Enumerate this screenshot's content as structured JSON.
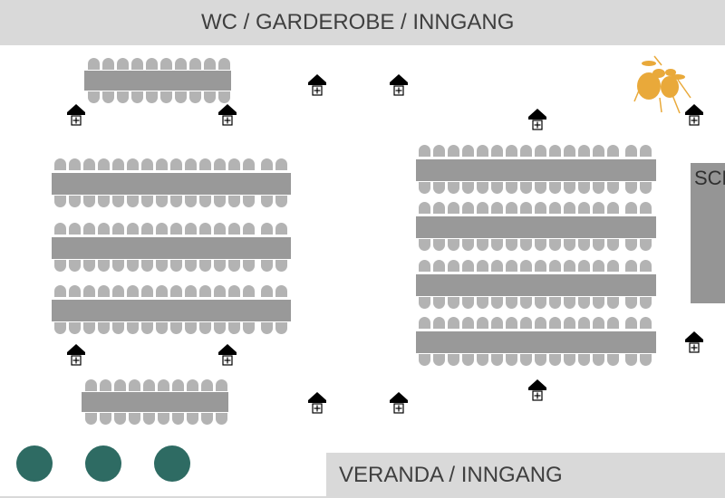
{
  "labels": {
    "top_entrance": "WC / GARDEROBE / INNGANG",
    "bottom_entrance": "VERANDA / INNGANG",
    "stage": "SCENE"
  },
  "colors": {
    "band": "#d9d9d9",
    "table": "#999999",
    "chair": "#b3b3b3",
    "stage": "#959595",
    "round_table": "#2e6b63",
    "drum_kit": "#e9a93a",
    "heater": "#000000"
  },
  "icons": {
    "drum_kit": "drum-kit-icon",
    "heater": "patio-heater-icon",
    "round_table": "round-cocktail-table"
  }
}
